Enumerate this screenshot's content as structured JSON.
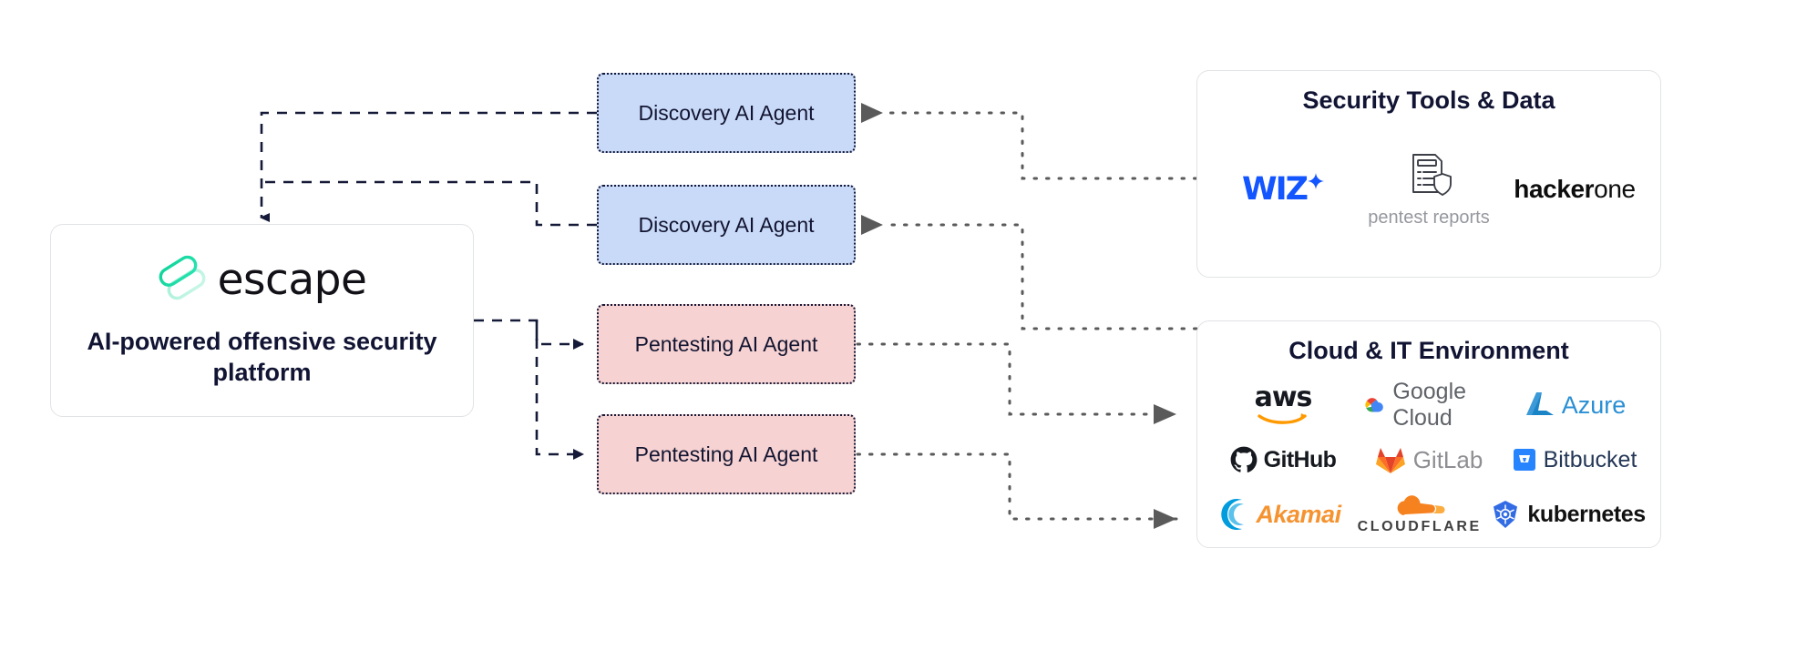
{
  "platform": {
    "brand_name": "escape",
    "logo_icon": "escape-pill-logo",
    "tagline": "AI-powered offensive security platform"
  },
  "agents": [
    {
      "label": "Discovery AI Agent",
      "kind": "discovery",
      "fill": "#c9daf8"
    },
    {
      "label": "Discovery AI Agent",
      "kind": "discovery",
      "fill": "#c9daf8"
    },
    {
      "label": "Pentesting AI Agent",
      "kind": "pentest",
      "fill": "#f6d2d2"
    },
    {
      "label": "Pentesting AI Agent",
      "kind": "pentest",
      "fill": "#f6d2d2"
    }
  ],
  "panels": {
    "security": {
      "title": "Security Tools & Data",
      "items": [
        {
          "name": "wiz",
          "label": "WIZ",
          "icon": "wiz-logo",
          "color": "#1355ff"
        },
        {
          "name": "pentest-reports",
          "label": "pentest reports",
          "icon": "pentest-report-document-icon",
          "color": "#96989f"
        },
        {
          "name": "hackerone",
          "label_bold": "hacker",
          "label_light": "one",
          "icon": "hackerone-logo",
          "color": "#0d0d0d"
        }
      ]
    },
    "cloud": {
      "title": "Cloud & IT Environment",
      "items": [
        {
          "name": "aws",
          "label": "aws",
          "icon": "aws-logo",
          "color": "#16191f",
          "accent": "#ff9900"
        },
        {
          "name": "google-cloud",
          "label": "Google Cloud",
          "icon": "google-cloud-logo",
          "color": "#5f6368"
        },
        {
          "name": "azure",
          "label": "Azure",
          "icon": "azure-logo",
          "color": "#2a8fd4"
        },
        {
          "name": "github",
          "label": "GitHub",
          "icon": "github-logo",
          "color": "#16191f"
        },
        {
          "name": "gitlab",
          "label": "GitLab",
          "icon": "gitlab-logo",
          "color": "#8e8e93",
          "accent": "#fc6d26"
        },
        {
          "name": "bitbucket",
          "label": "Bitbucket",
          "icon": "bitbucket-logo",
          "color": "#253858",
          "accent": "#2684ff"
        },
        {
          "name": "akamai",
          "label": "Akamai",
          "icon": "akamai-logo",
          "color": "#f59331",
          "accent": "#009cde"
        },
        {
          "name": "cloudflare",
          "label": "CLOUDFLARE",
          "icon": "cloudflare-logo",
          "color": "#404041",
          "accent": "#f6821f"
        },
        {
          "name": "kubernetes",
          "label": "kubernetes",
          "icon": "kubernetes-logo",
          "color": "#111111",
          "accent": "#326ce5"
        }
      ]
    }
  },
  "colors": {
    "dashed_line": "#151a38",
    "dotted_line": "#5a5a5a",
    "card_border": "#e2e3e6",
    "heading": "#111433",
    "brand_green": "#19d4a0"
  }
}
